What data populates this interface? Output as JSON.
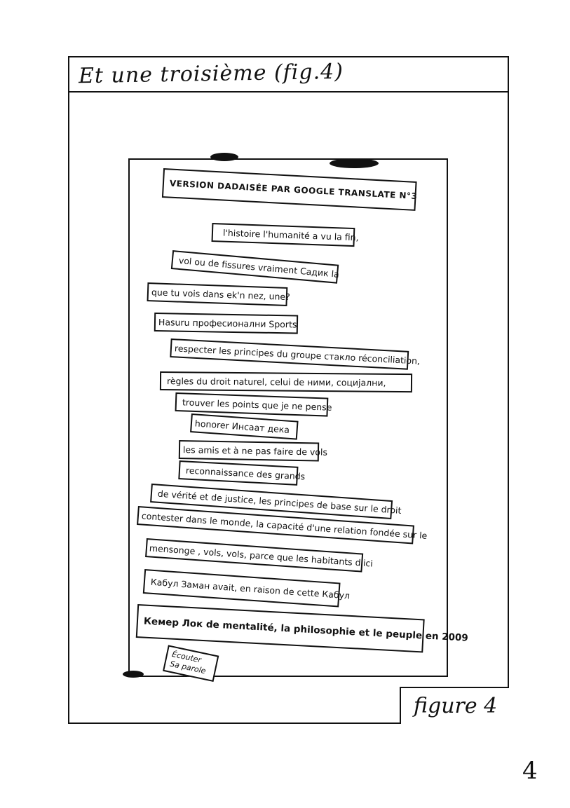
{
  "page": {
    "title": "Et une troisième (fig.4)",
    "figure_label": "figure 4",
    "page_number": "4"
  },
  "collage": {
    "heading": "VERSION DADAISÉE PAR GOOGLE TRANSLATE N°3",
    "lines": [
      "l'histoire l'humanité a vu la fin,",
      "vol ou de fissures vraiment Садик la",
      "que tu vois dans ek'n nez, une?",
      "Hasuru професионални Sports",
      "respecter les principes du groupe стакло réconciliation,",
      "règles du droit naturel, celui de ними, социјални,",
      "trouver les points que je ne pense",
      "honorer Инсаат дека",
      "les amis et à ne pas faire de vols",
      "reconnaissance des grands",
      "de vérité et de justice, les principes de base sur le droit",
      "contester dans le monde, la capacité d'une relation fondée sur le",
      "mensonge , vols, vols, parce que les habitants d'ici",
      "Кабул Заман avait, en raison de cette Кабул",
      "Кемер Лок de mentalité, la philosophie et le peuple en 2009"
    ],
    "tag": "Écouter Sa parole"
  }
}
